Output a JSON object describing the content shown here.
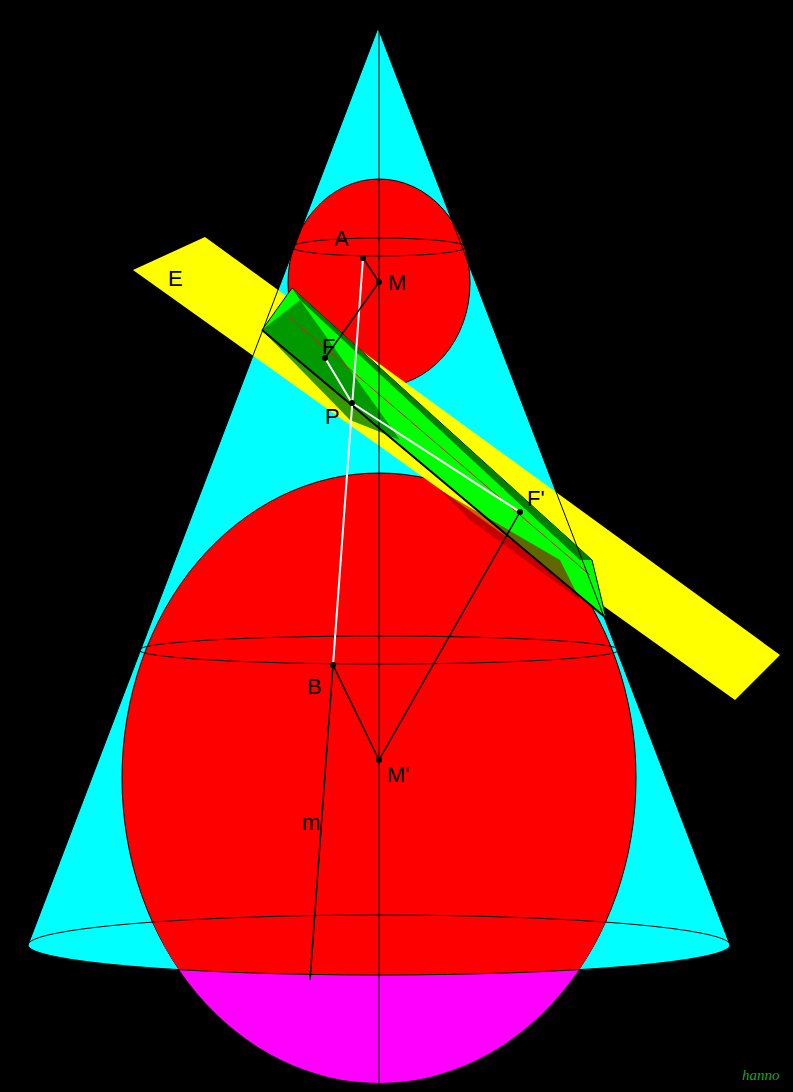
{
  "diagram": {
    "labels": [
      "E",
      "A",
      "M",
      "F",
      "P",
      "F'",
      "B",
      "M'",
      "m",
      "hanno"
    ]
  }
}
